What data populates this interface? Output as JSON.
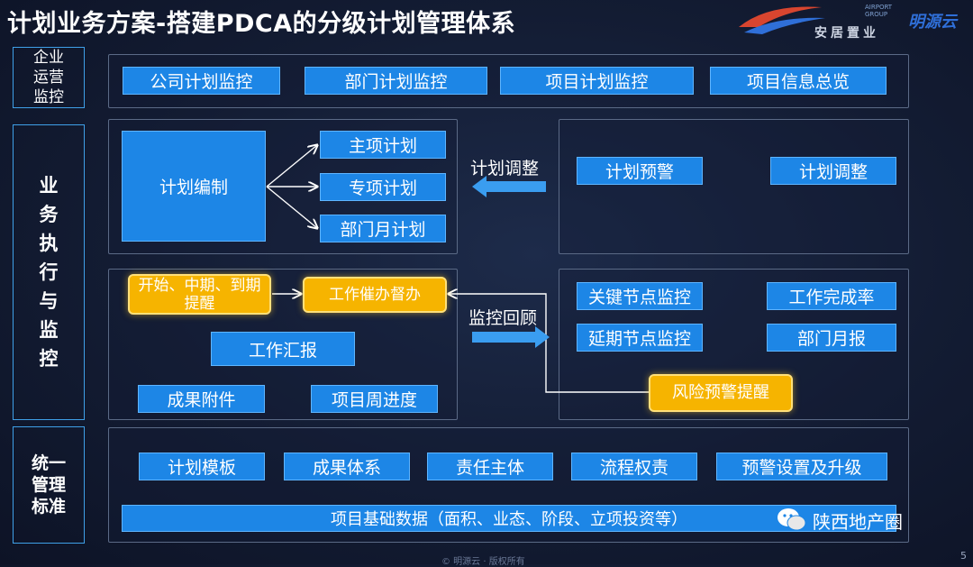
{
  "title": "计划业务方案-搭建PDCA的分级计划管理体系",
  "logo": {
    "company": "安居置业",
    "brand": "明源云",
    "airport_line1": "AIRPORT",
    "airport_line2": "GROUP"
  },
  "sections": {
    "enterprise": "企业运营监控",
    "business": "业务执行与监控",
    "standard": "统一管理标准"
  },
  "monitor_row": [
    "公司计划监控",
    "部门计划监控",
    "项目计划监控",
    "项目信息总览"
  ],
  "plan": {
    "compile": "计划编制",
    "branches": [
      "主项计划",
      "专项计划",
      "部门月计划"
    ],
    "adjust_arrow_label": "计划调整",
    "warning": "计划预警",
    "adjust": "计划调整"
  },
  "exec": {
    "start_remind": "开始、中期、到期提醒",
    "urge": "工作催办督办",
    "report": "工作汇报",
    "attachments": "成果附件",
    "weekly": "项目周进度",
    "review_arrow_label": "监控回顾",
    "key_node": "关键节点监控",
    "completion": "工作完成率",
    "delay_node": "延期节点监控",
    "dept_monthly": "部门月报",
    "risk": "风险预警提醒"
  },
  "standard_row": [
    "计划模板",
    "成果体系",
    "责任主体",
    "流程权责",
    "预警设置及升级"
  ],
  "base_data": "项目基础数据（面积、业态、阶段、立项投资等）",
  "watermark": "陕西地产圈",
  "page_number": "5",
  "footer": "© 明源云 · 版权所有",
  "colors": {
    "box_blue": "#1d86e6",
    "box_yellow": "#f6b400",
    "background": "#131c33",
    "side_border": "#3fa0e8"
  }
}
